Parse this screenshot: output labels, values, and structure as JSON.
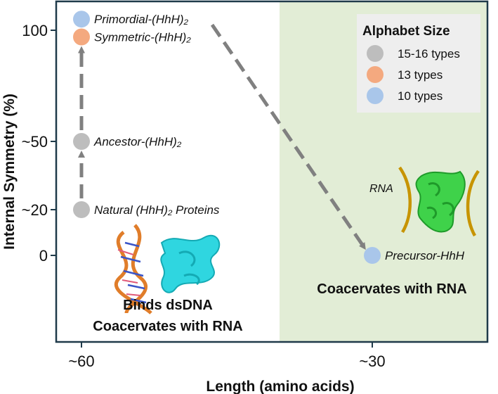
{
  "chart_data": {
    "type": "scatter",
    "xlabel": "Length (amino acids)",
    "ylabel": "Internal Symmetry (%)",
    "x_ticks": [
      "~60",
      "~30"
    ],
    "y_ticks": [
      "0",
      "~20",
      "~50",
      "100"
    ],
    "y_tick_values": [
      0,
      20,
      50,
      100
    ],
    "x_range_label": "from ~60 (left) to ~30 (right)",
    "points": [
      {
        "label": "Primordial-(HhH)₂",
        "x": 60,
        "y": 105,
        "group": "10 types"
      },
      {
        "label": "Symmetric-(HhH)₂",
        "x": 60,
        "y": 97,
        "group": "13 types"
      },
      {
        "label": "Ancestor-(HhH)₂",
        "x": 60,
        "y": 50,
        "group": "15-16 types"
      },
      {
        "label": "Natural (HhH)₂ Proteins",
        "x": 60,
        "y": 20,
        "group": "15-16 types"
      },
      {
        "label": "Precursor-HhH",
        "x": 30,
        "y": 0,
        "group": "10 types"
      }
    ],
    "legend": {
      "title": "Alphabet Size",
      "position": "top-right",
      "entries": [
        {
          "label": "15-16 types",
          "color": "#bdbdbd"
        },
        {
          "label": "13 types",
          "color": "#f4a97f"
        },
        {
          "label": "10 types",
          "color": "#a9c6ea"
        }
      ]
    },
    "annotations": {
      "left_region": [
        "Binds dsDNA",
        "Coacervates with RNA"
      ],
      "right_region": "Coacervates with RNA",
      "rna_label": "RNA"
    },
    "colors": {
      "axis": "#1f3a4a",
      "right_region_fill": "#e2edd6",
      "arrow": "#808080",
      "legend_bg": "#eeeeee"
    }
  }
}
